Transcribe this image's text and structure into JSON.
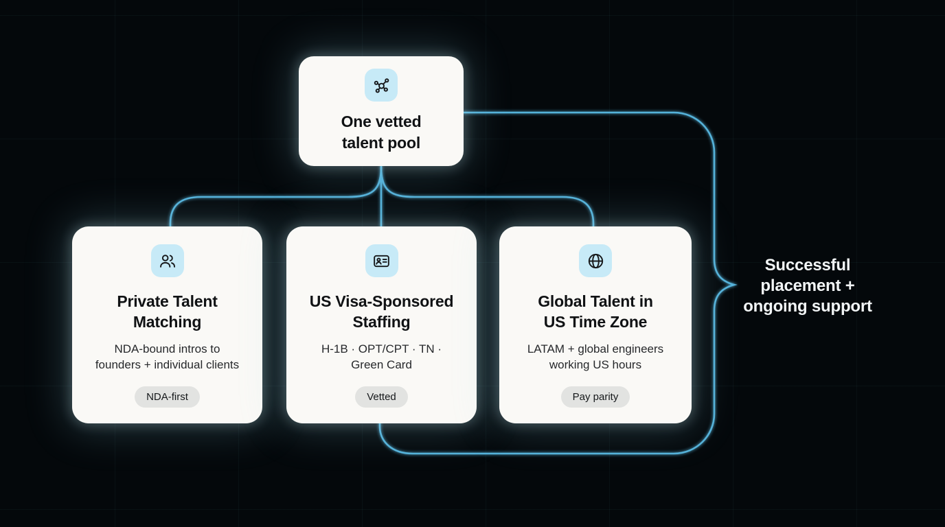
{
  "diagram": {
    "root": {
      "title": "One vetted\ntalent pool",
      "icon": "network-hub-icon"
    },
    "branches": [
      {
        "title": "Private Talent\nMatching",
        "description": "NDA-bound intros to\nfounders + individual clients",
        "badge": "NDA-first",
        "icon": "users-icon"
      },
      {
        "title": "US Visa-Sponsored\nStaffing",
        "description": "H-1B · OPT/CPT · TN ·\nGreen Card",
        "badge": "Vetted",
        "icon": "id-card-icon"
      },
      {
        "title": "Global Talent in\nUS Time Zone",
        "description": "LATAM + global engineers\nworking US hours",
        "badge": "Pay parity",
        "icon": "globe-icon"
      }
    ],
    "outcome": {
      "label": "Successful\nplacement +\nongoing support"
    },
    "colors": {
      "background": "#04080b",
      "card_background": "#faf9f6",
      "icon_background": "#c7eaf7",
      "connector_line": "#55b2da",
      "badge_background": "#e2e3e1",
      "title_text": "#101214",
      "body_text": "#26282b",
      "outcome_text": "#f2f5f6"
    }
  }
}
